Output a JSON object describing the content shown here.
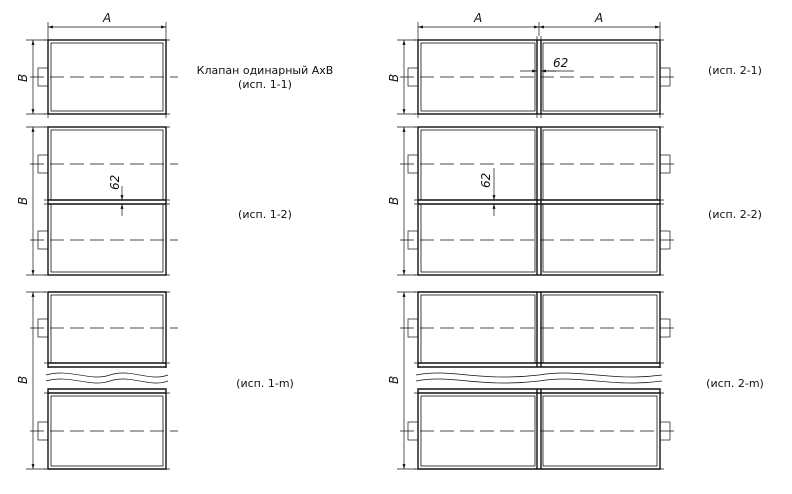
{
  "colors": {
    "line": "#111111",
    "background": "#ffffff"
  },
  "dimensions": {
    "width_symbol": "A",
    "height_symbol": "B",
    "gap_value": "62"
  },
  "variants": [
    {
      "id": "1-1",
      "title": "Клапан одинарный АхВ",
      "label": "(исп.  1-1)"
    },
    {
      "id": "1-2",
      "label": "(исп.  1-2)"
    },
    {
      "id": "1-m",
      "label": "(исп.  1-m)"
    },
    {
      "id": "2-1",
      "label": "(исп.  2-1)"
    },
    {
      "id": "2-2",
      "label": "(исп.  2-2)"
    },
    {
      "id": "2-m",
      "label": "(исп.  2-m)"
    }
  ]
}
